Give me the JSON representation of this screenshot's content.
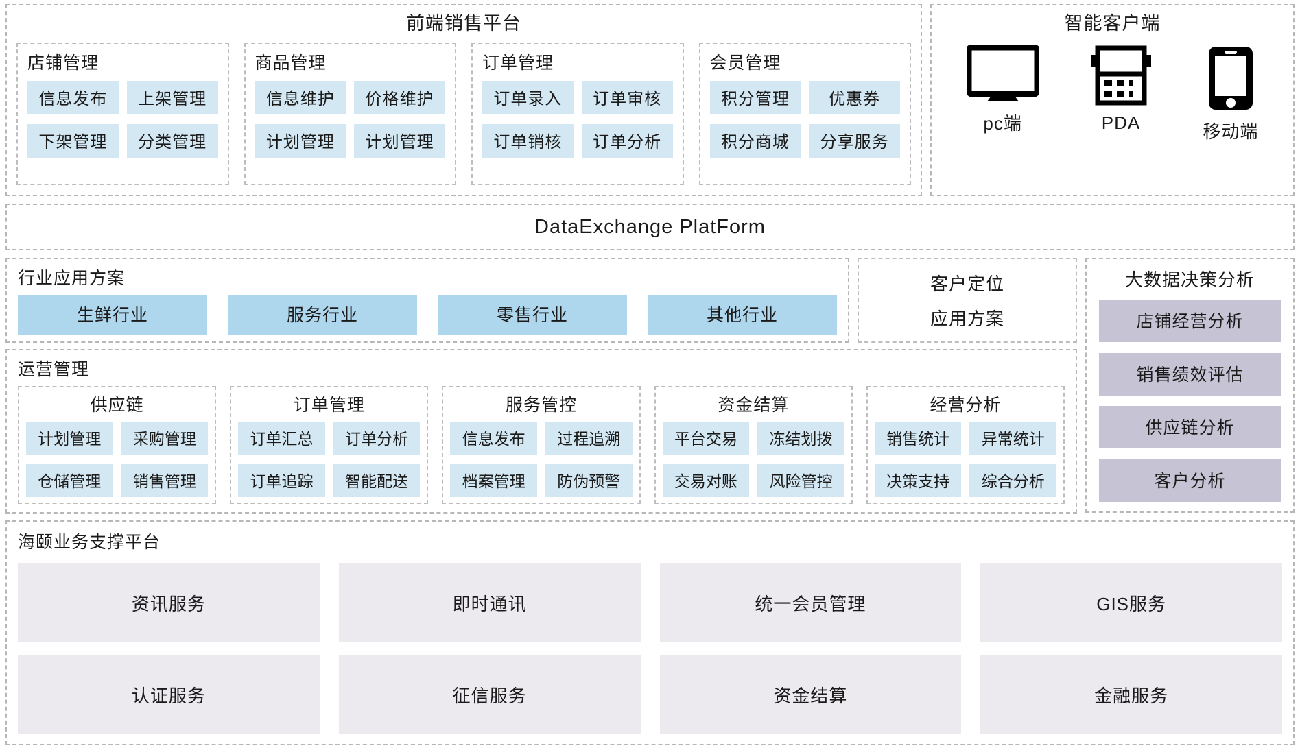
{
  "front_platform": {
    "title": "前端销售平台",
    "groups": [
      {
        "title": "店铺管理",
        "items": [
          "信息发布",
          "上架管理",
          "下架管理",
          "分类管理"
        ]
      },
      {
        "title": "商品管理",
        "items": [
          "信息维护",
          "价格维护",
          "计划管理",
          "计划管理"
        ]
      },
      {
        "title": "订单管理",
        "items": [
          "订单录入",
          "订单审核",
          "订单销核",
          "订单分析"
        ]
      },
      {
        "title": "会员管理",
        "items": [
          "积分管理",
          "优惠券",
          "积分商城",
          "分享服务"
        ]
      }
    ]
  },
  "smart_client": {
    "title": "智能客户端",
    "devices": [
      {
        "icon": "monitor-icon",
        "label": "pc端"
      },
      {
        "icon": "pda-icon",
        "label": "PDA"
      },
      {
        "icon": "mobile-icon",
        "label": "移动端"
      }
    ]
  },
  "data_exchange": {
    "title": "DataExchange PlatForm"
  },
  "industry": {
    "title": "行业应用方案",
    "items": [
      "生鲜行业",
      "服务行业",
      "零售行业",
      "其他行业"
    ]
  },
  "customer_positioning": {
    "line1": "客户定位",
    "line2": "应用方案"
  },
  "operations": {
    "title": "运营管理",
    "groups": [
      {
        "title": "供应链",
        "items": [
          "计划管理",
          "采购管理",
          "仓储管理",
          "销售管理"
        ]
      },
      {
        "title": "订单管理",
        "items": [
          "订单汇总",
          "订单分析",
          "订单追踪",
          "智能配送"
        ]
      },
      {
        "title": "服务管控",
        "items": [
          "信息发布",
          "过程追溯",
          "档案管理",
          "防伪预警"
        ]
      },
      {
        "title": "资金结算",
        "items": [
          "平台交易",
          "冻结划拨",
          "交易对账",
          "风险管控"
        ]
      },
      {
        "title": "经营分析",
        "items": [
          "销售统计",
          "异常统计",
          "决策支持",
          "综合分析"
        ]
      }
    ]
  },
  "big_data": {
    "title": "大数据决策分析",
    "items": [
      "店铺经营分析",
      "销售绩效评估",
      "供应链分析",
      "客户分析"
    ]
  },
  "support_platform": {
    "title": "海颐业务支撑平台",
    "items": [
      "资讯服务",
      "即时通讯",
      "统一会员管理",
      "GIS服务",
      "认证服务",
      "征信服务",
      "资金结算",
      "金融服务"
    ]
  },
  "colors": {
    "chip_blue": "#d4e8f4",
    "industry_blue": "#aed7ee",
    "bigdata_purple": "#c6c3d4",
    "support_lavender": "#ece9ef",
    "dashed_border": "#b7b7b7"
  }
}
